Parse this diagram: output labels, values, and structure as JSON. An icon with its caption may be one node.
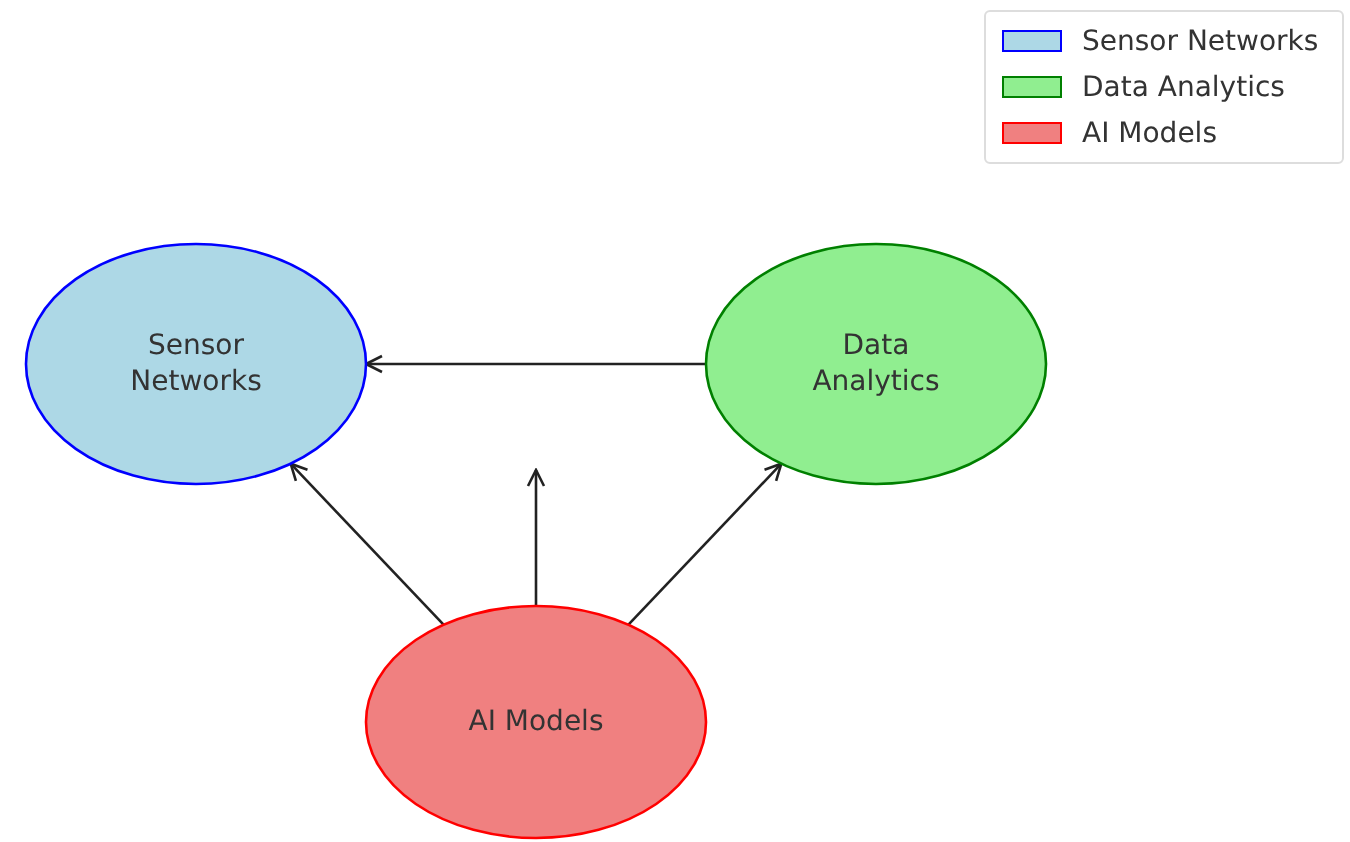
{
  "diagram": {
    "nodes": [
      {
        "text": [
          "Sensor Networks"
        ]
      },
      {
        "text": [
          "Data Analytics"
        ]
      },
      {
        "text": [
          "AI Models"
        ]
      }
    ],
    "edges": [
      {
        "from": 1,
        "to": 0,
        "arrow": "to"
      },
      {
        "from": 2,
        "to": 0,
        "arrow": "to"
      },
      {
        "from": 2,
        "to": null,
        "arrow": "to"
      },
      {
        "from": 2,
        "to": 1,
        "arrow": "to"
      }
    ],
    "legend": [
      {
        "text": "Sensor Networks",
        "color": "#add8e6"
      },
      {
        "text": "Data Analytics",
        "color": "#90ee90"
      },
      {
        "text": "AI Models",
        "color": "#f08080"
      }
    ]
  }
}
